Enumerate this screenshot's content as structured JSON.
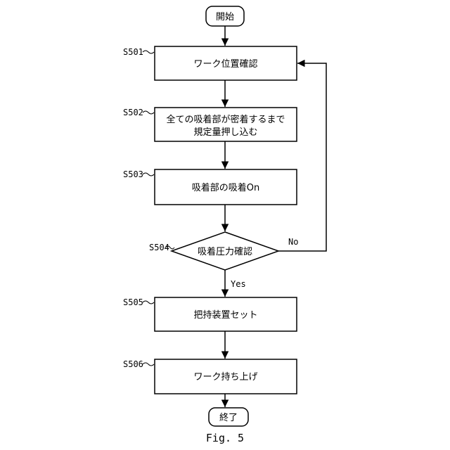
{
  "terminals": {
    "start": "開始",
    "end": "終了"
  },
  "steps": [
    {
      "id": "S501",
      "lines": [
        "ワーク位置確認"
      ]
    },
    {
      "id": "S502",
      "lines": [
        "全ての吸着部が密着するまで",
        "規定量押し込む"
      ]
    },
    {
      "id": "S503",
      "lines": [
        "吸着部の吸着On"
      ]
    },
    {
      "id": "S504",
      "lines": [
        "吸着圧力確認"
      ]
    },
    {
      "id": "S505",
      "lines": [
        "把持装置セット"
      ]
    },
    {
      "id": "S506",
      "lines": [
        "ワーク持ち上げ"
      ]
    }
  ],
  "branches": {
    "yes": "Yes",
    "no": "No"
  },
  "figure_label": "Fig. 5"
}
